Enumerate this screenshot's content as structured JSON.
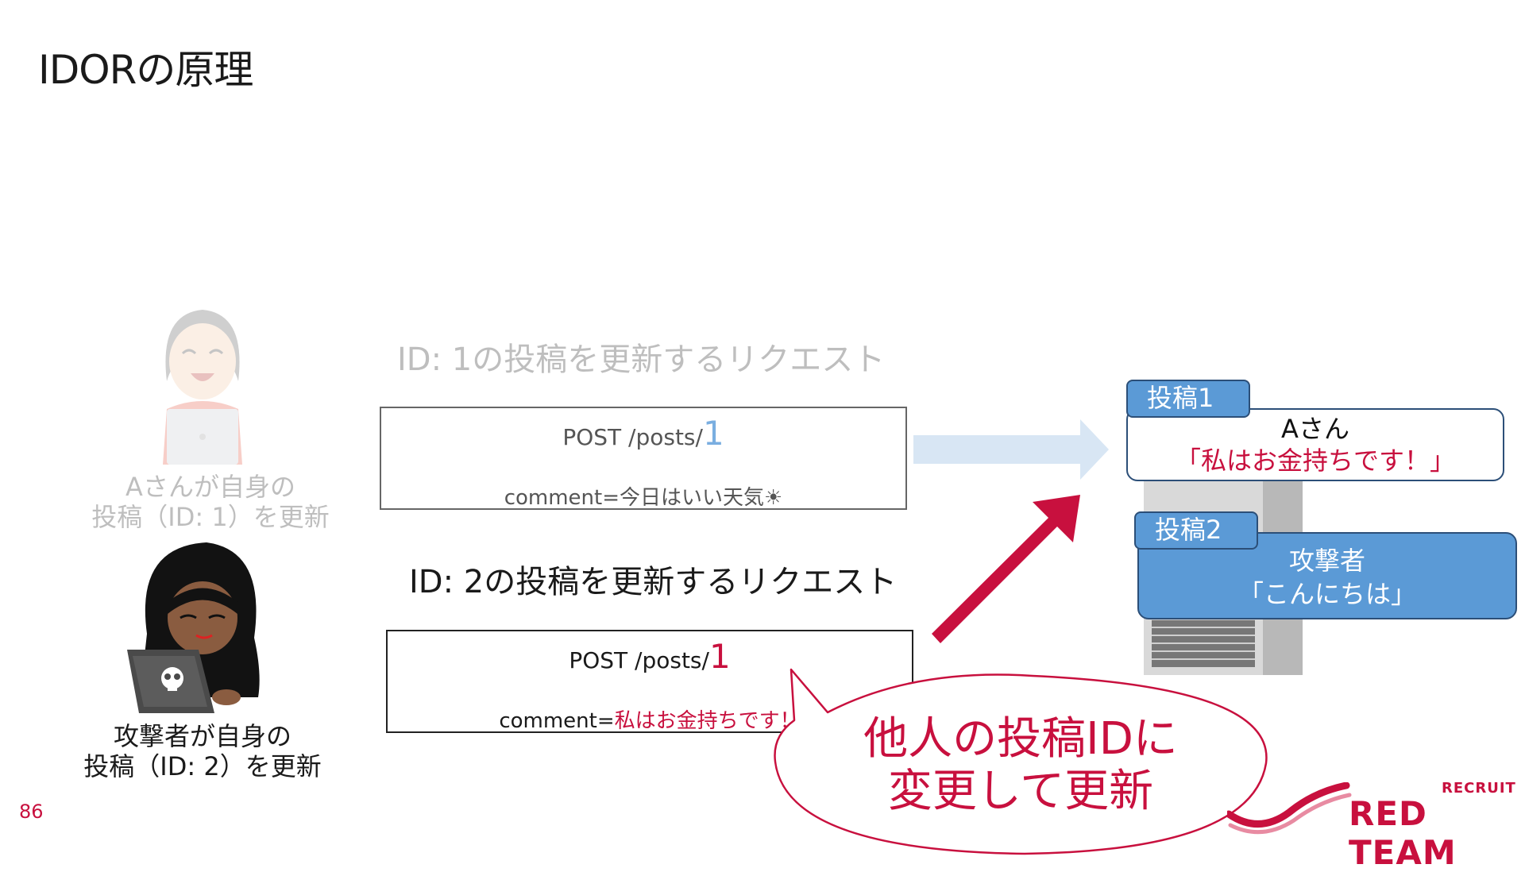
{
  "slide": {
    "title": "IDORの原理",
    "page_number": "86"
  },
  "victim": {
    "caption_line1": "Aさんが自身の",
    "caption_line2": "投稿（ID: 1）を更新"
  },
  "attacker": {
    "caption_line1": "攻撃者が自身の",
    "caption_line2": "投稿（ID: 2）を更新"
  },
  "request_1": {
    "heading": "ID: 1の投稿を更新するリクエスト",
    "path": "POST /posts/",
    "id": "1",
    "body_prefix": "comment=",
    "body_value": "今日はいい天気☀"
  },
  "request_2": {
    "heading": "ID: 2の投稿を更新するリクエスト",
    "path": "POST /posts/",
    "id": "1",
    "body_prefix": "comment=",
    "body_value": "私はお金持ちです！"
  },
  "posts": [
    {
      "tag": "投稿1",
      "author": "Aさん",
      "content": "「私はお金持ちです！」"
    },
    {
      "tag": "投稿2",
      "author": "攻撃者",
      "content": "「こんにちは」"
    }
  ],
  "callout": {
    "line1": "他人の投稿IDに",
    "line2": "変更して更新"
  },
  "logo": {
    "small": "RECRUIT",
    "large": "RED TEAM"
  },
  "colors": {
    "accent_red": "#c8103e",
    "post_blue": "#5b9ad6",
    "faded_arrow": "#d8e6f4"
  },
  "icons": [
    "woman-with-laptop-icon",
    "hooded-hacker-icon",
    "server-icon",
    "skull-icon"
  ]
}
